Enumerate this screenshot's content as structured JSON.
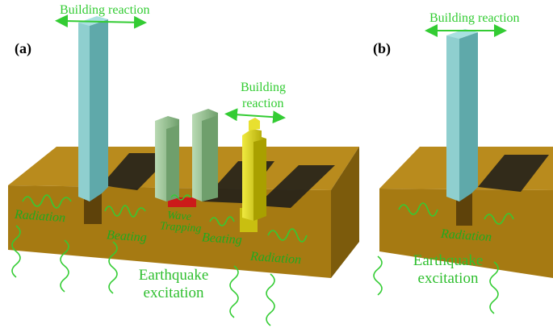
{
  "panels": {
    "a": {
      "tag": "(a)"
    },
    "b": {
      "tag": "(b)"
    }
  },
  "labels": {
    "a_building_reaction_top": "Building reaction",
    "a_building_reaction_right_1": "Building",
    "a_building_reaction_right_2": "reaction",
    "a_radiation_left": "Radiation",
    "a_beating_left": "Beating",
    "a_wave_trapping_1": "Wave",
    "a_wave_trapping_2": "Trapping",
    "a_beating_right": "Beating",
    "a_radiation_right": "Radiation",
    "a_excitation_1": "Earthquake",
    "a_excitation_2": "excitation",
    "b_building_reaction": "Building reaction",
    "b_radiation": "Radiation",
    "b_excitation_1": "Earthquake",
    "b_excitation_2": "excitation"
  },
  "colors": {
    "soil_top": "#b88a1c",
    "soil_front": "#a47a12",
    "soil_side": "#7a5a0a",
    "tall_tower": "#6fb7b7",
    "green_towers": "#9fc79a",
    "yellow_tower": "#d8d020",
    "wave": "#33cc33",
    "shadow": "#1a1a1a"
  }
}
